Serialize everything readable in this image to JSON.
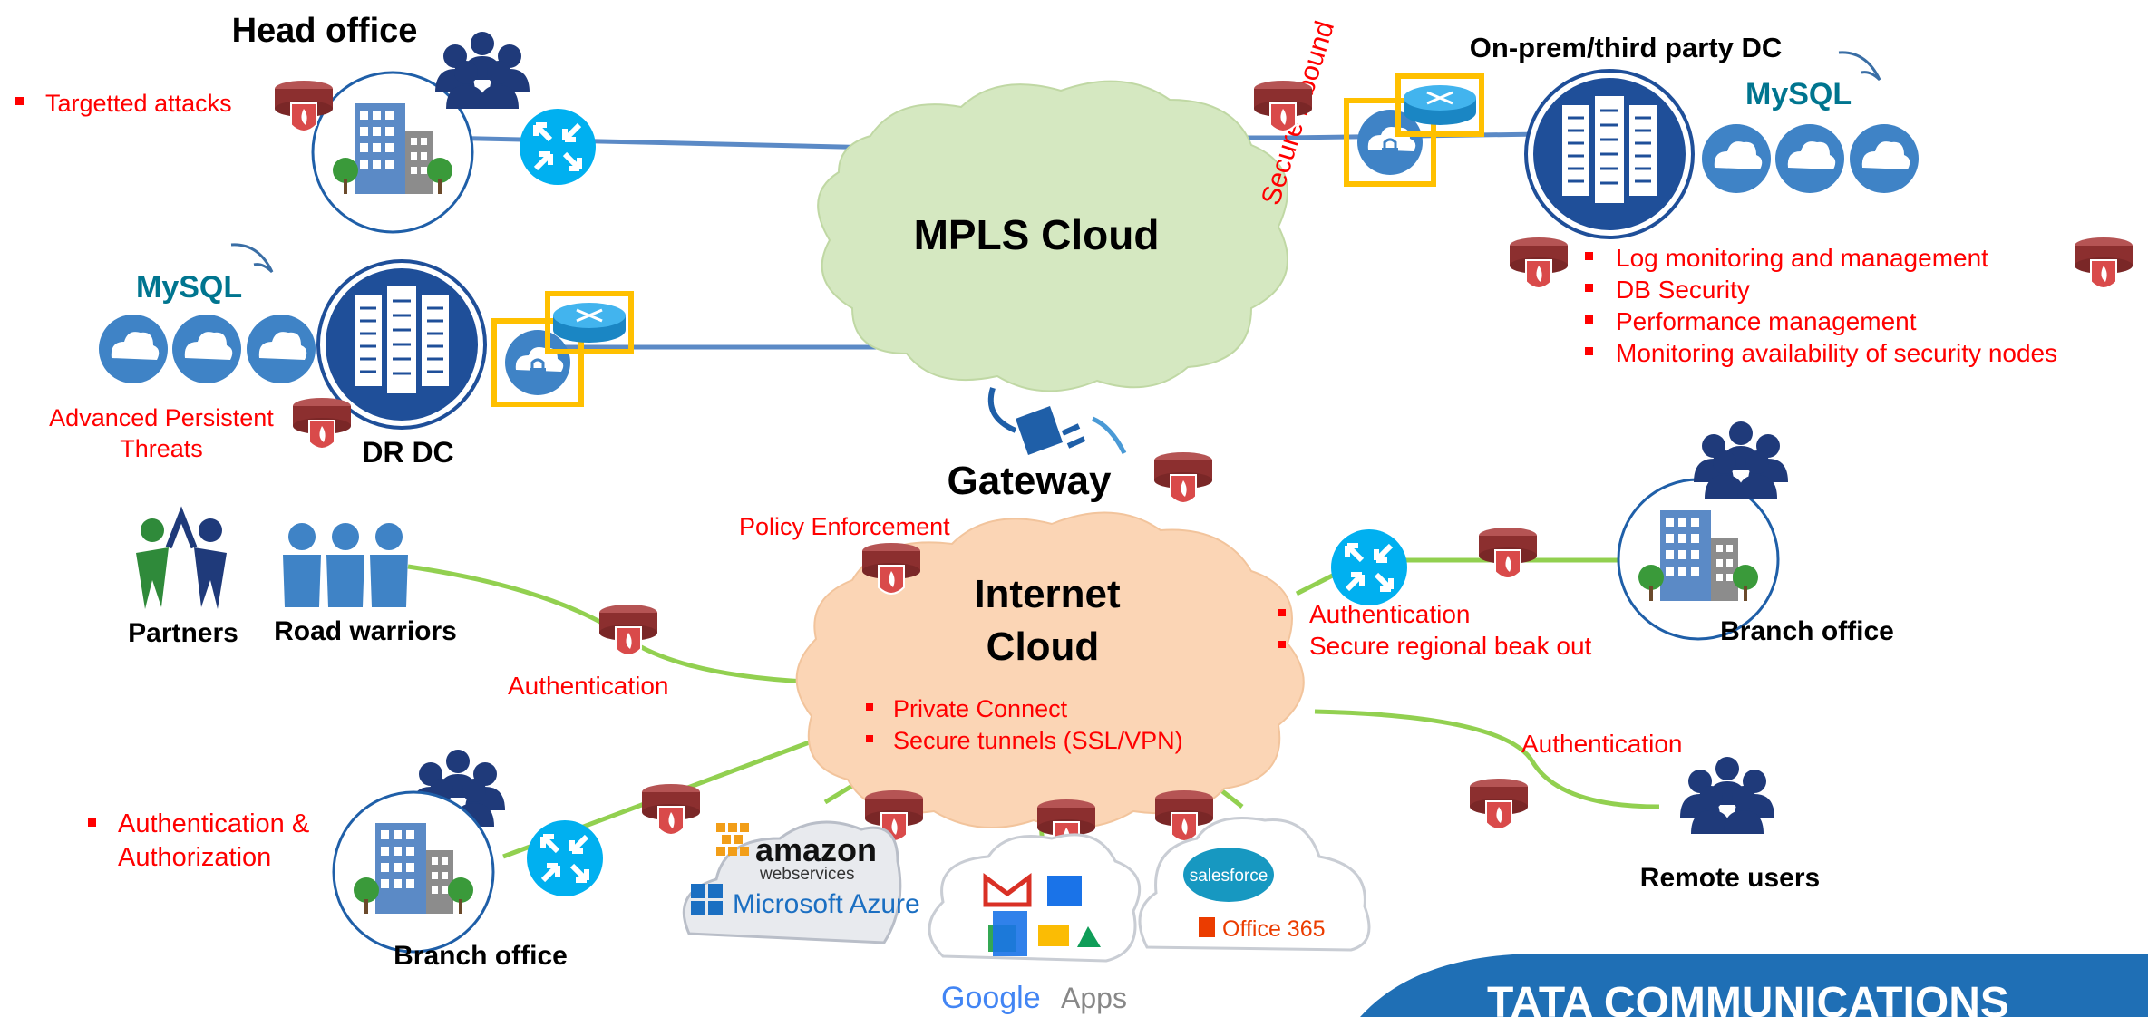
{
  "colors": {
    "accent_red": "#ff0000",
    "mpls_cloud": "#d5e8c1",
    "internet_cloud": "#fbd5b5",
    "link_green": "#92d050",
    "link_blue": "#5b8ac6",
    "node_blue": "#1f5fa8",
    "router_cyan": "#00b0f0",
    "highlight_yellow": "#ffc000",
    "firewall_red": "#9e3b3b",
    "tata_blue": "#1f6fb5"
  },
  "icons": [
    "building-icon",
    "datacenter-icon",
    "users-group-icon",
    "router-icon",
    "firewall-icon",
    "secure-cloud-icon",
    "plug-icon",
    "handshake-icon",
    "mysql-logo",
    "salesforce-logo",
    "office365-logo",
    "google-apps-icons",
    "microsoft-azure-logo",
    "amazon-web-services-logo"
  ],
  "labels": {
    "head_office": "Head office",
    "onprem_dc": "On-prem/third party DC",
    "mpls_cloud": "MPLS Cloud",
    "secure_inbound": "Secure inbound",
    "dr_dc": "DR DC",
    "apt_line1": "Advanced Persistent",
    "apt_line2": "Threats",
    "gateway": "Gateway",
    "policy_enforcement": "Policy Enforcement",
    "internet_line1": "Internet",
    "internet_line2": "Cloud",
    "partners": "Partners",
    "road_warriors": "Road warriors",
    "auth_left": "Authentication",
    "auth_right_bottom": "Authentication",
    "branch_office_right": "Branch office",
    "branch_office_left": "Branch office",
    "remote_users": "Remote users",
    "mysql_text": "MySQL",
    "amazon": "amazon",
    "webservices": "webservices",
    "azure": "Microsoft Azure",
    "salesforce": "salesforce",
    "office365": "Office 365",
    "google": "Google",
    "apps": "Apps",
    "brand": "TATA COMMUNICATIONS"
  },
  "bullets": {
    "head_office": [
      "Targetted attacks"
    ],
    "onprem_dc": [
      "Log monitoring and management",
      "DB Security",
      "Performance management",
      "Monitoring availability of security nodes"
    ],
    "branch_right": [
      "Authentication",
      "Secure regional beak out"
    ],
    "internet_cloud": [
      "Private Connect",
      "Secure tunnels (SSL/VPN)"
    ],
    "branch_left": [
      "Authentication &",
      "Authorization"
    ]
  }
}
